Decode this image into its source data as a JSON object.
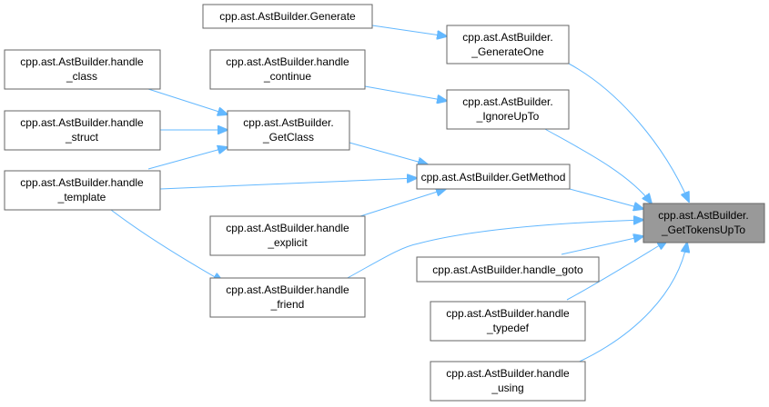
{
  "graph": {
    "colors": {
      "edge": "#63b8ff",
      "node_border": "#666666",
      "node_fill": "#ffffff",
      "focus_fill": "#999999",
      "text": "#000000"
    },
    "nodes": {
      "generate": [
        "cpp.ast.AstBuilder.Generate"
      ],
      "generate_one": [
        "cpp.ast.AstBuilder.",
        "_GenerateOne"
      ],
      "handle_class": [
        "cpp.ast.AstBuilder.handle",
        "_class"
      ],
      "handle_continue": [
        "cpp.ast.AstBuilder.handle",
        "_continue"
      ],
      "ignore_up_to": [
        "cpp.ast.AstBuilder.",
        "_IgnoreUpTo"
      ],
      "handle_struct": [
        "cpp.ast.AstBuilder.handle",
        "_struct"
      ],
      "get_class": [
        "cpp.ast.AstBuilder.",
        "_GetClass"
      ],
      "get_method": [
        "cpp.ast.AstBuilder.GetMethod"
      ],
      "handle_template": [
        "cpp.ast.AstBuilder.handle",
        "_template"
      ],
      "get_tokens_up_to": [
        "cpp.ast.AstBuilder.",
        "_GetTokensUpTo"
      ],
      "handle_explicit": [
        "cpp.ast.AstBuilder.handle",
        "_explicit"
      ],
      "handle_goto": [
        "cpp.ast.AstBuilder.handle_goto"
      ],
      "handle_friend": [
        "cpp.ast.AstBuilder.handle",
        "_friend"
      ],
      "handle_typedef": [
        "cpp.ast.AstBuilder.handle",
        "_typedef"
      ],
      "handle_using": [
        "cpp.ast.AstBuilder.handle",
        "_using"
      ]
    }
  }
}
